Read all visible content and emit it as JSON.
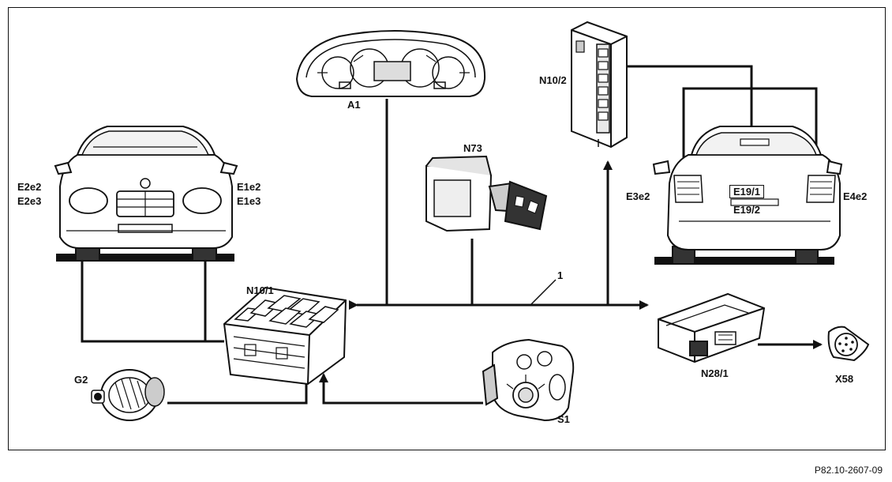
{
  "labels": {
    "a1": "A1",
    "n73": "N73",
    "n10_2": "N10/2",
    "n10_1": "N10/1",
    "n28_1": "N28/1",
    "g2": "G2",
    "s1": "S1",
    "x58": "X58",
    "line_1": "1",
    "e2e2": "E2e2",
    "e2e3": "E2e3",
    "e1e2": "E1e2",
    "e1e3": "E1e3",
    "e3e2": "E3e2",
    "e4e2": "E4e2",
    "e19_1": "E19/1",
    "e19_2": "E19/2"
  },
  "reference": "P82.10-2607-09",
  "colors": {
    "line": "#111111",
    "background": "#ffffff"
  }
}
